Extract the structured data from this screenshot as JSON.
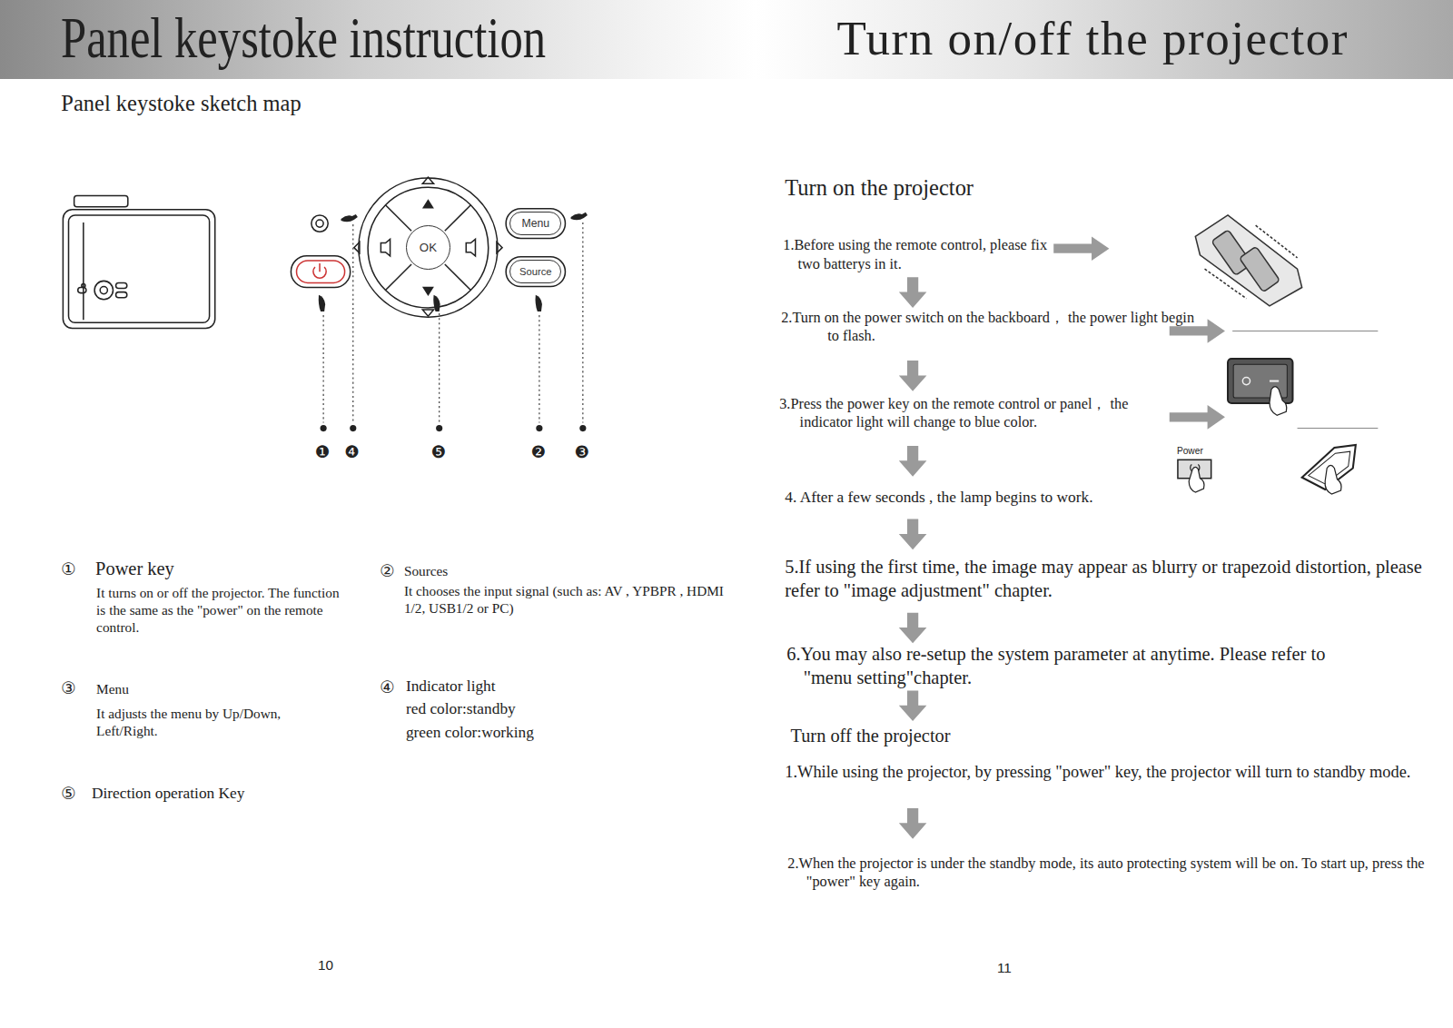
{
  "diagram": {
    "title": "Panel keystoke instruction",
    "nodes": [
      {
        "text": [
          "Menu"
        ]
      },
      {
        "text": [
          "Source"
        ]
      },
      {
        "text": [
          "OK"
        ]
      }
    ],
    "labels": [
      "Turn on/off the projector",
      "Panel keystoke sketch map",
      "❶",
      "❹",
      "❺",
      "❷",
      "❸",
      "Turn on the projector",
      "1.Before using the remote control, please fix two batterys in it.",
      "2.Turn on the power switch on the backboard， the power light begin to flash.",
      "3.Press the power key on the remote control or panel， the indicator light will change to blue color.",
      "4. After a few seconds , the lamp begins to work.",
      "5.If using the first time, the image may appear as blurry or trapezoid distortion, please refer to \"image adjustment\" chapter.",
      "6.You may also re-setup the system parameter at anytime. Please refer to \"menu setting\"chapter.",
      "Turn off the projector",
      "1.While using the projector, by pressing \"power\" key, the projector will turn to standby mode.",
      "2.When the projector is under the standby mode, its auto protecting system will be on. To start up, press the \"power\" key again.",
      "Power",
      "①",
      "Power key",
      "It turns on or off the projector. The function is the same as the \"power\" on the remote control.",
      "②",
      "Sources",
      "It chooses the input signal (such as: AV , YPBPR , HDMI 1/2, USB1/2 or PC)",
      "③",
      "Menu",
      "It adjusts the menu by Up/Down, Left/Right.",
      "④",
      "Indicator light",
      "red color:standby",
      "green color:working",
      "⑤",
      "Direction operation Key",
      "10",
      "11"
    ]
  }
}
